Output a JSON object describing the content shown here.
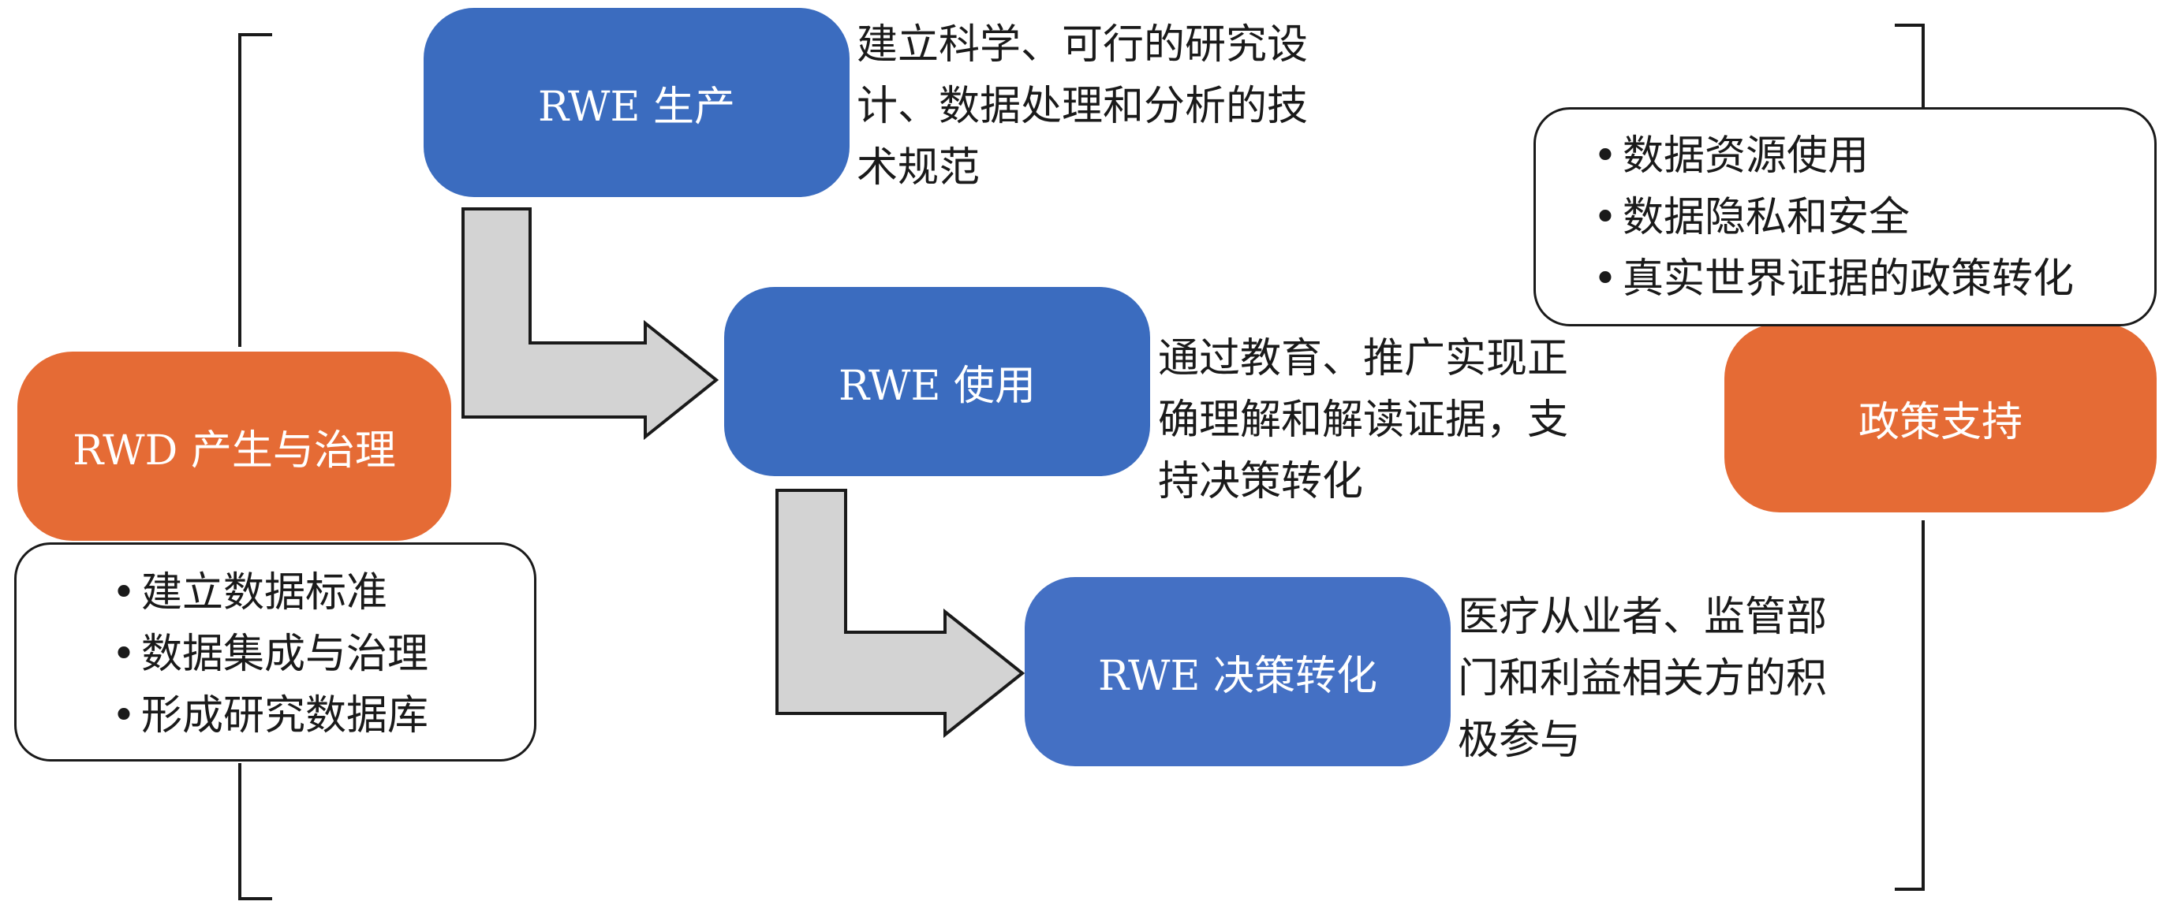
{
  "nodes": {
    "rwd": "RWD 产生与治理",
    "produce": "RWE 生产",
    "use": "RWE 使用",
    "decide": "RWE 决策转化",
    "policy": "政策支持"
  },
  "rwd_items": [
    "建立数据标准",
    "数据集成与治理",
    "形成研究数据库"
  ],
  "policy_items": [
    "数据资源使用",
    "数据隐私和安全",
    "真实世界证据的政策转化"
  ],
  "notes": {
    "produce": [
      "建立科学、可行的研究设",
      "计、数据处理和分析的技",
      "术规范"
    ],
    "use": [
      "通过教育、推广实现正",
      "确理解和解读证据，支",
      "持决策转化"
    ],
    "decide": [
      "医疗从业者、监管部",
      "门和利益相关方的积",
      "极参与"
    ]
  },
  "colors": {
    "blue": "#3b6cbf",
    "orange": "#e56b35",
    "arrow": "#d3d3d3"
  }
}
